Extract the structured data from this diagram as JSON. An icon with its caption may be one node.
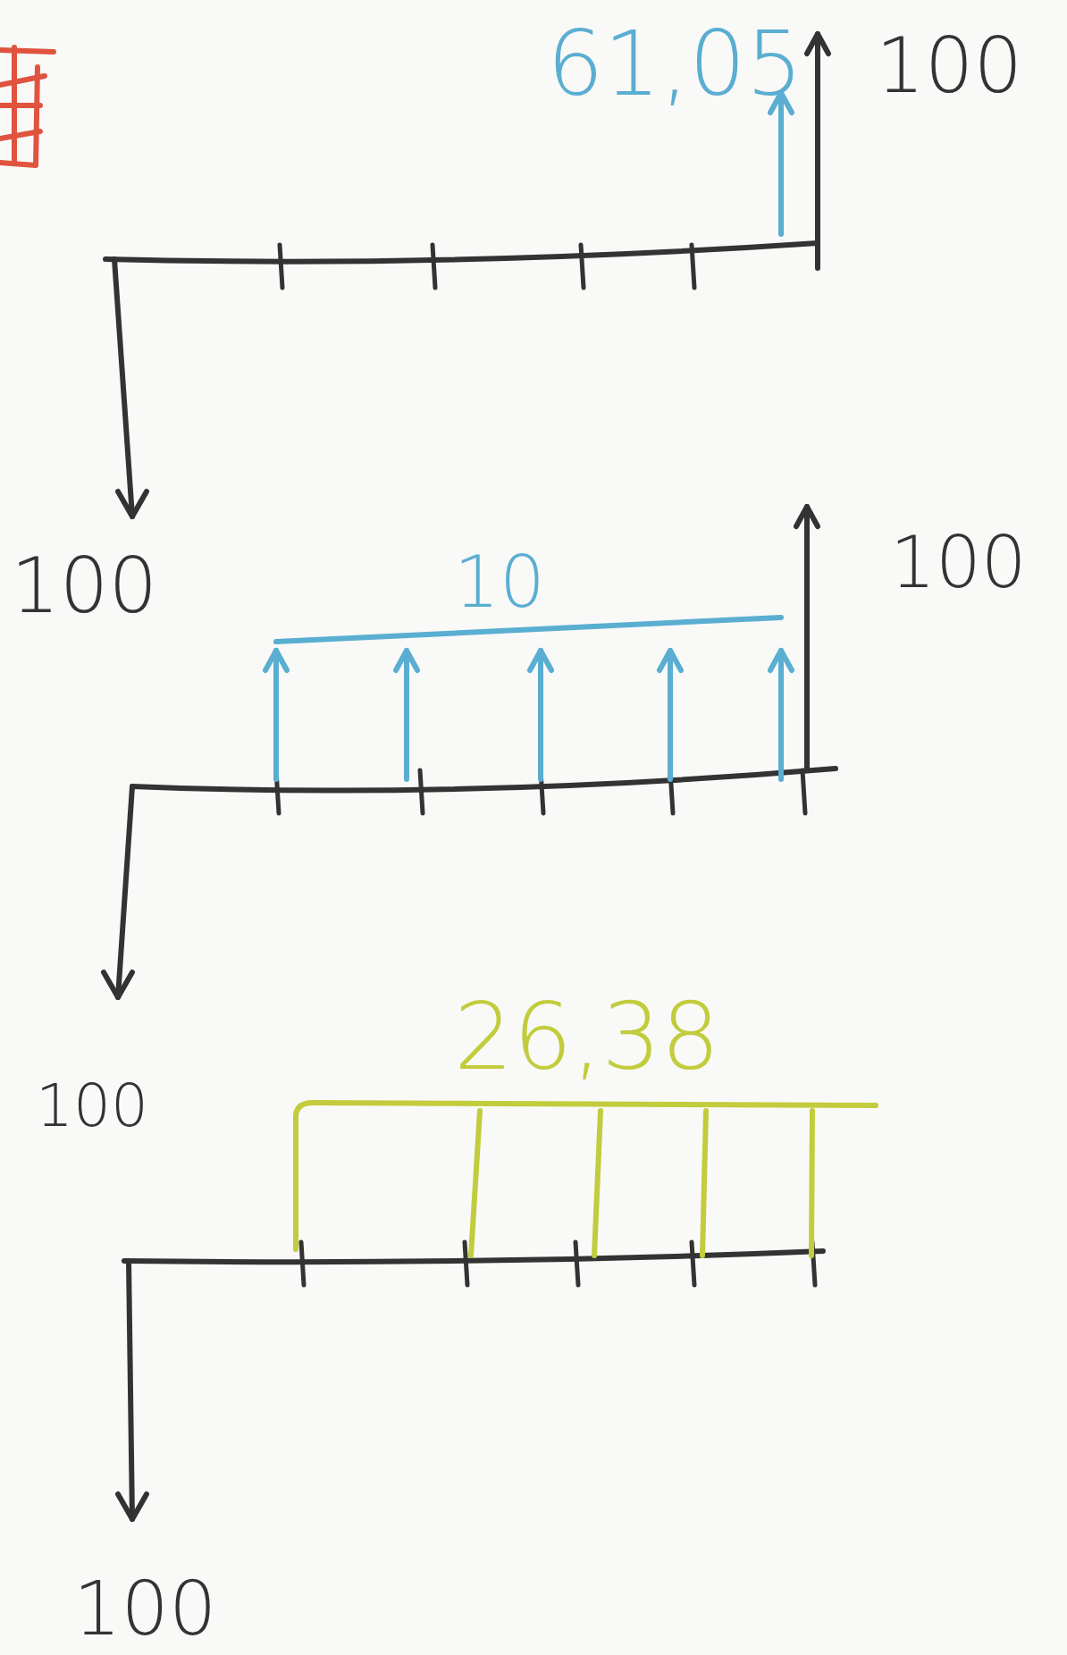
{
  "diagram": {
    "labels": [
      "61,05",
      "100",
      "100",
      "10",
      "100",
      "100",
      "26,38",
      "100"
    ]
  }
}
